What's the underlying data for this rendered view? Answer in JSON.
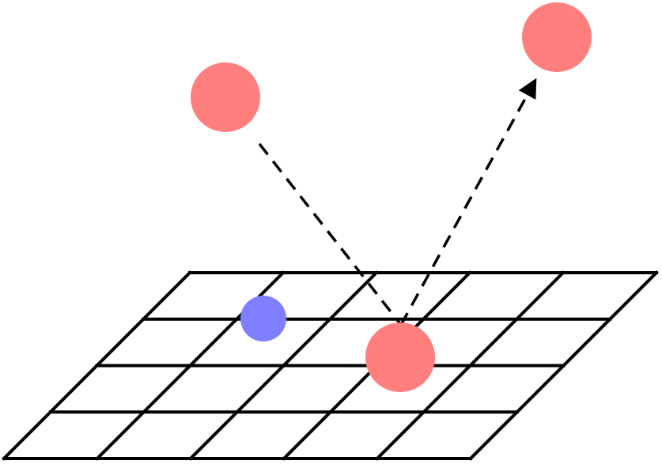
{
  "diagram": {
    "grid": {
      "rows": 4,
      "cols": 5,
      "line_color": "#000000"
    },
    "particles": {
      "incoming": {
        "kind": "red-particle",
        "color": "#ff7f7f"
      },
      "impact": {
        "kind": "red-particle",
        "color": "#ff7f7f"
      },
      "outgoing": {
        "kind": "red-particle",
        "color": "#ff7f7f"
      },
      "surface": {
        "kind": "blue-particle",
        "color": "#7f7fff"
      }
    },
    "trajectories": {
      "incoming": {
        "style": "dashed",
        "color": "#000000"
      },
      "outgoing": {
        "style": "dashed-arrow",
        "color": "#000000"
      }
    }
  }
}
